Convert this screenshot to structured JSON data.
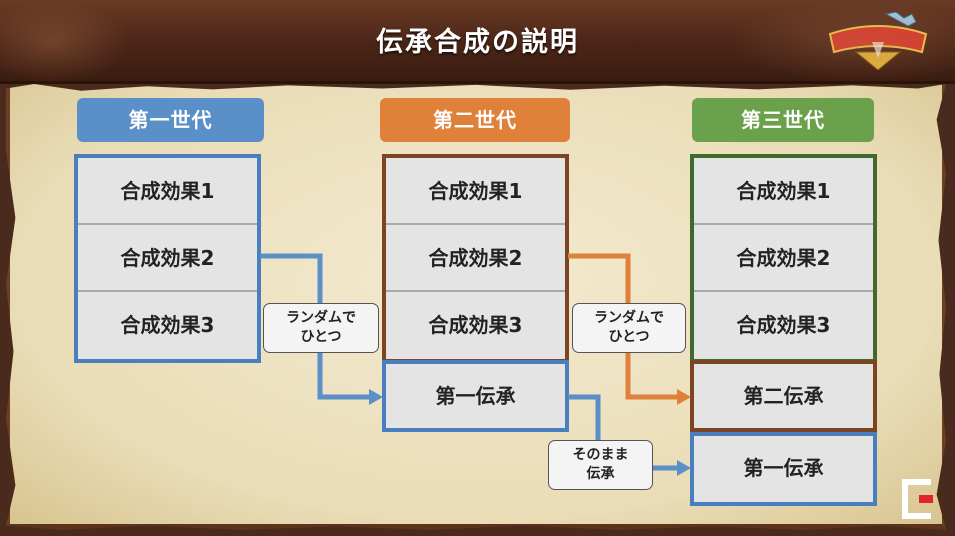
{
  "header": {
    "title": "伝承合成の説明"
  },
  "generations": [
    {
      "label": "第一世代",
      "color": "#5b8fc7",
      "border": "#4a7fbf",
      "effects": [
        "合成効果1",
        "合成効果2",
        "合成効果3"
      ]
    },
    {
      "label": "第二世代",
      "color": "#e0813a",
      "border": "#7b4422",
      "effects": [
        "合成効果1",
        "合成効果2",
        "合成効果3"
      ]
    },
    {
      "label": "第三世代",
      "color": "#6aa14a",
      "border": "#3f6a2c",
      "effects": [
        "合成効果1",
        "合成効果2",
        "合成効果3"
      ]
    }
  ],
  "inheritance": {
    "gen2_first": "第一伝承",
    "gen3_second": "第二伝承",
    "gen3_first": "第一伝承"
  },
  "notes": {
    "random1_line1": "ランダムで",
    "random1_line2": "ひとつ",
    "random2_line1": "ランダムで",
    "random2_line2": "ひとつ",
    "asis_line1": "そのまま",
    "asis_line2": "伝承"
  },
  "colors": {
    "blue_arrow": "#5b8fc7",
    "orange_arrow": "#e0813a",
    "green_border": "#3f6a2c",
    "brown_border": "#7b4422"
  },
  "icons": {
    "logo": "dragon-quest-x-logo",
    "corner": "channel-badge-icon"
  }
}
